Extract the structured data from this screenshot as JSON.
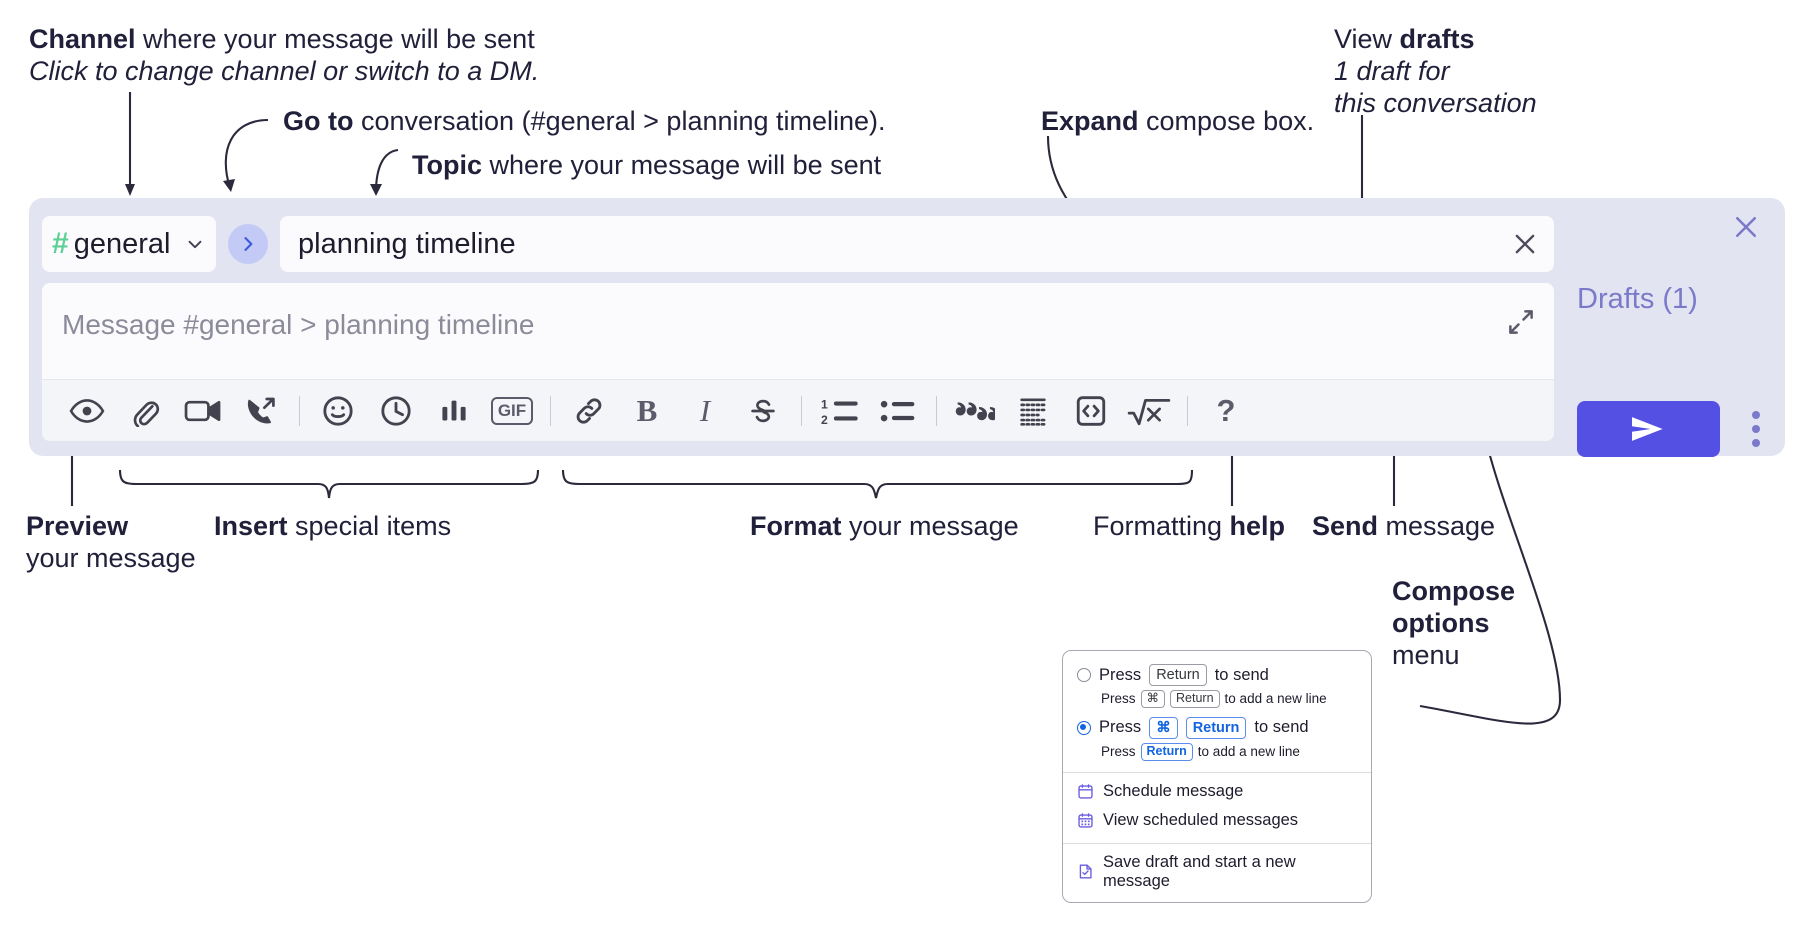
{
  "annotations": {
    "channel": {
      "bold": "Channel",
      "rest": " where your message will be sent",
      "italic": "Click to change channel or switch to a DM."
    },
    "goto": {
      "bold": "Go to",
      "rest": " conversation (#general > planning timeline)."
    },
    "topic": {
      "bold": "Topic",
      "rest": " where your message will be sent"
    },
    "expand": {
      "bold": "Expand",
      "rest": " compose box."
    },
    "drafts": {
      "bold_lead": "View ",
      "bold": "drafts",
      "italic1": "1 draft for",
      "italic2": "this conversation"
    },
    "preview": {
      "bold": "Preview",
      "rest": "your message"
    },
    "insert": {
      "bold": "Insert",
      "rest": " special items"
    },
    "format": {
      "bold": "Format",
      "rest": " your message"
    },
    "formatting_help": {
      "lead": "Formatting ",
      "bold": "help"
    },
    "send": {
      "bold": "Send",
      "rest": " message"
    },
    "compose_options": {
      "bold1": "Compose",
      "bold2": "options",
      "rest": "menu"
    }
  },
  "compose": {
    "channel_name": "general",
    "channel_hash": "#",
    "topic_value": "planning timeline",
    "message_placeholder": "Message #general > planning timeline",
    "drafts_label": "Drafts (1)",
    "icons": {
      "channel_chevron": "chevron-down-icon",
      "goto_arrow": "chevron-right-icon",
      "topic_clear": "close-icon",
      "expand": "expand-icon",
      "widget_close": "close-icon",
      "send": "send-paper-plane-icon",
      "kebab": "more-options-icon"
    },
    "toolbar": [
      {
        "name": "preview-icon",
        "label": "Preview"
      },
      {
        "name": "attachment-icon",
        "label": "Attach file"
      },
      {
        "name": "video-camera-icon",
        "label": "Video clip"
      },
      {
        "name": "phone-forward-icon",
        "label": "Audio clip"
      },
      {
        "name": "separator",
        "label": ""
      },
      {
        "name": "emoji-icon",
        "label": "Emoji"
      },
      {
        "name": "clock-icon",
        "label": "Reminder"
      },
      {
        "name": "bar-chart-icon",
        "label": "Poll"
      },
      {
        "name": "gif-icon",
        "label": "GIF"
      },
      {
        "name": "separator",
        "label": ""
      },
      {
        "name": "link-icon",
        "label": "Link"
      },
      {
        "name": "bold-icon",
        "label": "B"
      },
      {
        "name": "italic-icon",
        "label": "I"
      },
      {
        "name": "strikethrough-icon",
        "label": "Strikethrough"
      },
      {
        "name": "separator",
        "label": ""
      },
      {
        "name": "ordered-list-icon",
        "label": "Ordered list"
      },
      {
        "name": "bulleted-list-icon",
        "label": "Bulleted list"
      },
      {
        "name": "separator",
        "label": ""
      },
      {
        "name": "blockquote-icon",
        "label": "Blockquote"
      },
      {
        "name": "code-block-icon",
        "label": "Code block"
      },
      {
        "name": "inline-code-icon",
        "label": "Code"
      },
      {
        "name": "math-icon",
        "label": "Math"
      },
      {
        "name": "separator",
        "label": ""
      },
      {
        "name": "help-icon",
        "label": "?"
      }
    ]
  },
  "options_menu": {
    "radio1": {
      "selected": false,
      "pre": "Press",
      "key": "Return",
      "post": "to send",
      "sub_pre": "Press",
      "sub_key1": "⌘",
      "sub_key2": "Return",
      "sub_post": "to add a new line"
    },
    "radio2": {
      "selected": true,
      "pre": "Press",
      "key1": "⌘",
      "key2": "Return",
      "post": "to send",
      "sub_pre": "Press",
      "sub_key": "Return",
      "sub_post": "to add a new line"
    },
    "items": [
      {
        "icon": "calendar-icon",
        "label": "Schedule message"
      },
      {
        "icon": "calendar-grid-icon",
        "label": "View scheduled messages"
      },
      {
        "icon": "save-draft-icon",
        "label": "Save draft and start a new message"
      }
    ]
  },
  "colors": {
    "accent": "#5450e4",
    "widget_bg": "#e2e4f1",
    "hash_green": "#5ecf95",
    "drafts_purple": "#7b79c9",
    "goto_bg": "#c3caf6",
    "radio_blue": "#1264e0"
  }
}
